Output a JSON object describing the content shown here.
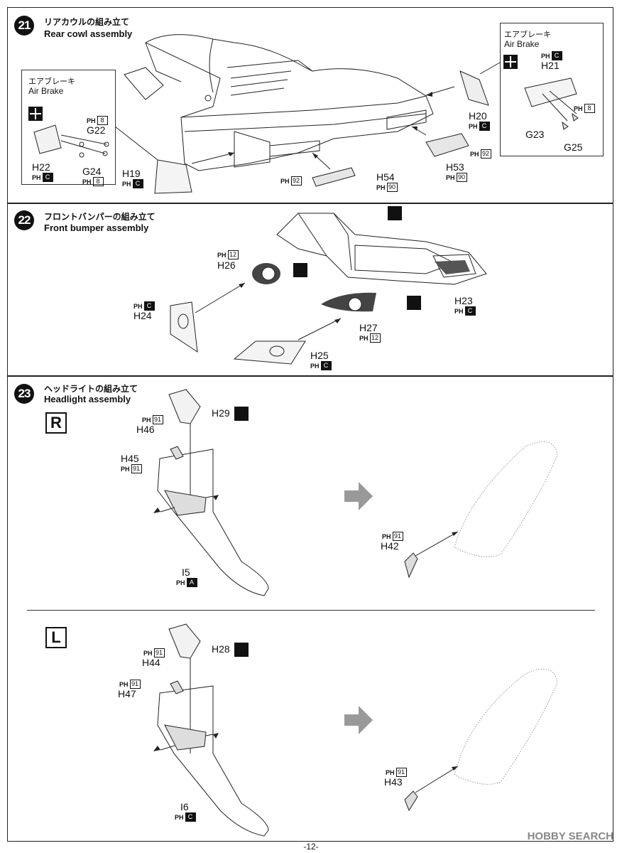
{
  "steps": [
    {
      "number": "21",
      "title_jp": "リアカウルの組み立て",
      "title_en": "Rear cowl assembly"
    },
    {
      "number": "22",
      "title_jp": "フロントバンパーの組み立て",
      "title_en": "Front bumper assembly"
    },
    {
      "number": "23",
      "title_jp": "ヘッドライトの組み立て",
      "title_en": "Headlight assembly"
    }
  ],
  "air_brake": {
    "jp": "エアブレーキ",
    "en": "Air Brake"
  },
  "ph": "PH",
  "parts21": {
    "h19": {
      "label": "H19",
      "sprue": "C"
    },
    "h20": {
      "label": "H20",
      "sprue": "C"
    },
    "h21": {
      "label": "H21",
      "sprue": "C"
    },
    "h22": {
      "label": "H22",
      "sprue": "C"
    },
    "g22": {
      "label": "G22",
      "sprue": "8"
    },
    "g23": {
      "label": "G23"
    },
    "g24": {
      "label": "G24",
      "sprue": "8"
    },
    "g25": {
      "label": "G25",
      "sprue": "8"
    },
    "h53": {
      "label": "H53",
      "sprue": "90"
    },
    "h54": {
      "label": "H54",
      "sprue": "90"
    },
    "c92a": "92",
    "c92b": "92"
  },
  "parts22": {
    "h23": {
      "label": "H23",
      "sprue": "C"
    },
    "h24": {
      "label": "H24",
      "sprue": "C"
    },
    "h25": {
      "label": "H25",
      "sprue": "C"
    },
    "h26": {
      "label": "H26",
      "sprue": "12"
    },
    "h27": {
      "label": "H27",
      "sprue": "12"
    }
  },
  "parts23": {
    "r": "R",
    "l": "L",
    "h29": "H29",
    "h28": "H28",
    "h46": {
      "label": "H46",
      "sprue": "91"
    },
    "h45": {
      "label": "H45",
      "sprue": "91"
    },
    "h44": {
      "label": "H44",
      "sprue": "91"
    },
    "h47": {
      "label": "H47",
      "sprue": "91"
    },
    "i5": {
      "label": "I5",
      "sprue": "A"
    },
    "i6": {
      "label": "I6",
      "sprue": "C"
    },
    "h42": {
      "label": "H42",
      "sprue": "91"
    },
    "h43": {
      "label": "H43",
      "sprue": "91"
    }
  },
  "footer": {
    "page": "-12-"
  },
  "watermark": "HOBBY SEARCH"
}
